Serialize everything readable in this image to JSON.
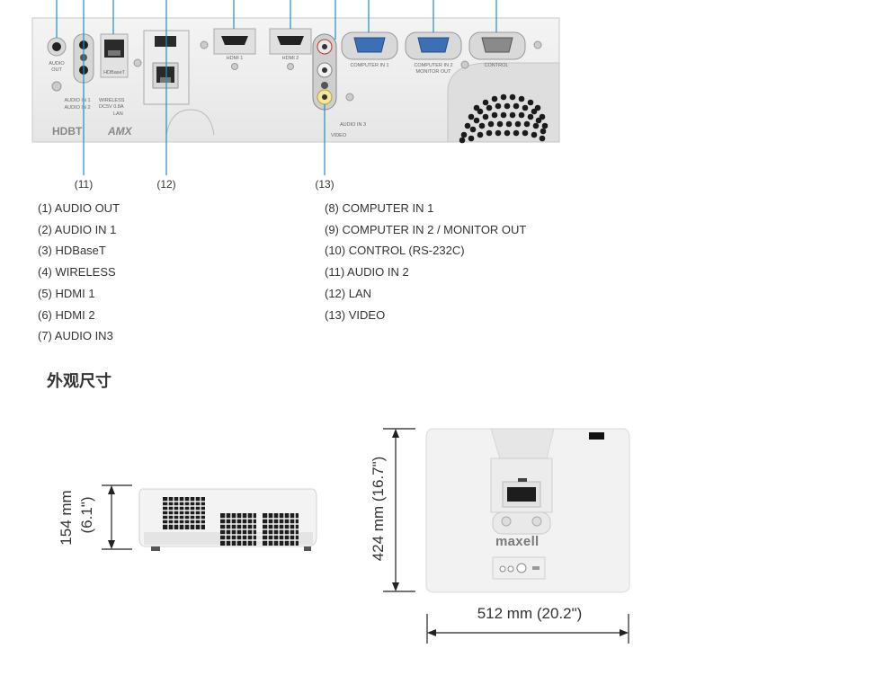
{
  "panel": {
    "labels": {
      "audio_out": "AUDIO\nOUT",
      "hdbaset": "HDBaseT",
      "hdmi1": "HDMI 1",
      "hdmi2": "HDMI 2",
      "computer_in1": "COMPUTER IN 1",
      "computer_in2": "COMPUTER IN 2",
      "monitor_out": "MONITOR OUT",
      "control": "CONTROL",
      "audio_in_1": "AUDIO IN 1",
      "audio_in_2": "AUDIO IN 2",
      "wireless": "WIRELESS",
      "dc_rating": "DC5V 0.8A",
      "lan": "LAN",
      "audio_in_3": "AUDIO IN 3",
      "video": "VIDEO",
      "hdbt_logo": "HDBT",
      "amx_logo": "AMX"
    }
  },
  "callouts": [
    "(11)",
    "(12)",
    "(13)"
  ],
  "connectors_left": [
    "(1) AUDIO OUT",
    "(2) AUDIO IN 1",
    "(3) HDBaseT",
    "(4) WIRELESS",
    "(5) HDMI 1",
    "(6) HDMI 2",
    "(7) AUDIO IN3"
  ],
  "connectors_right": [
    "(8) COMPUTER IN 1",
    "(9) COMPUTER IN 2 / MONITOR OUT",
    "(10) CONTROL (RS-232C)",
    "(11) AUDIO IN 2",
    "(12) LAN",
    "(13) VIDEO"
  ],
  "dimensions": {
    "section_title": "外观尺寸",
    "height_line1": "154 mm",
    "height_line2": "(6.1\")",
    "depth": "424 mm (16.7\")",
    "width": "512 mm (20.2\")",
    "brand": "maxell"
  },
  "colors": {
    "callout_line": "#1d8fc4",
    "panel": "#ebebeb",
    "vga_blue": "#3b6fb6",
    "dim_line": "#222222"
  }
}
